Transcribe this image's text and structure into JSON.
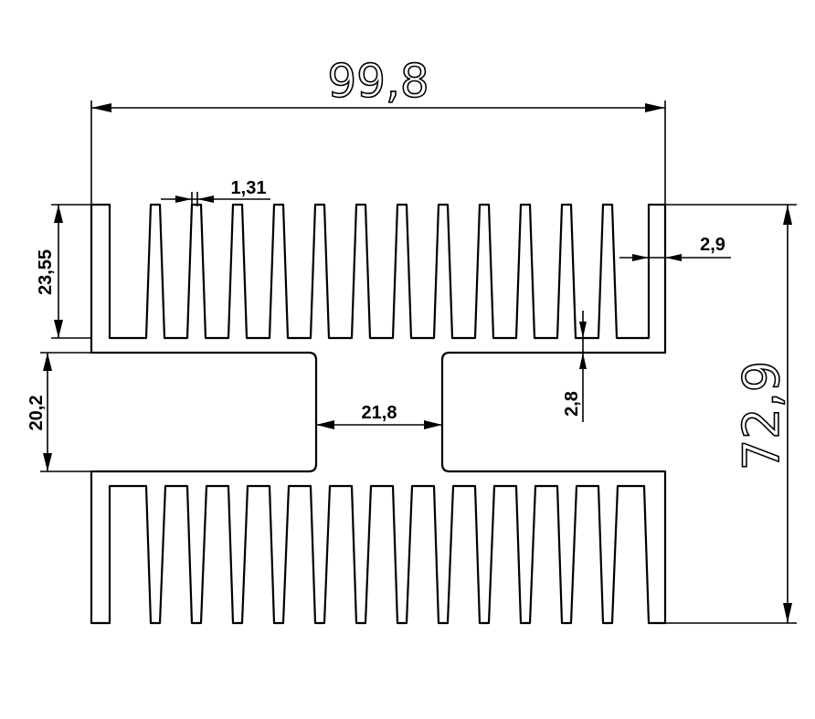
{
  "dimensions": {
    "overall_width": "99,8",
    "overall_height": "72,9",
    "fin_thickness": "1,31",
    "fin_height": "23,55",
    "base_thickness": "2,9",
    "wall_thickness": "2,8",
    "channel_gap": "21,8",
    "channel_height": "20,2"
  }
}
